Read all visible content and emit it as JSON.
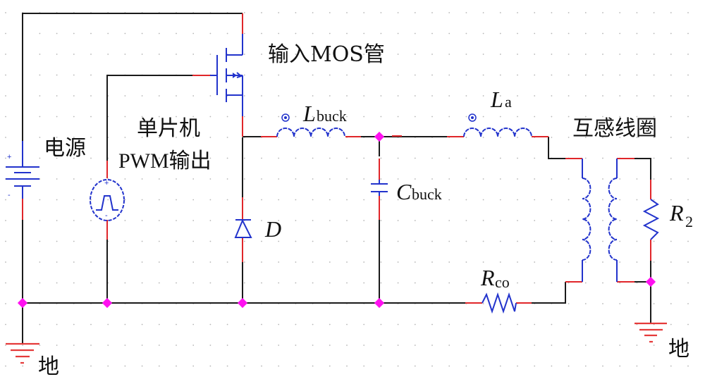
{
  "diagram": {
    "title": "Buck converter driving mutual-inductance coil",
    "labels": {
      "input_mos": "输入MOS管",
      "power_source": "电源",
      "mcu_line1": "单片机",
      "mcu_line2": "PWM输出",
      "diode": "D",
      "l_buck_main": "L",
      "l_buck_sub": "buck",
      "c_buck_main": "C",
      "c_buck_sub": "buck",
      "l_a_main": "L",
      "l_a_sub": "a",
      "mutual_coil": "互感线圈",
      "r2_main": "R",
      "r2_sub": "2",
      "rco_main": "R",
      "rco_sub": "co",
      "ground_left": "地",
      "ground_right": "地",
      "plus_sign": "+",
      "minus_sign": "-"
    },
    "components": [
      {
        "id": "V1",
        "type": "dc-source",
        "label": "电源"
      },
      {
        "id": "VPWM",
        "type": "pulse-source",
        "label": "单片机 PWM输出"
      },
      {
        "id": "M1",
        "type": "mosfet",
        "label": "输入MOS管"
      },
      {
        "id": "D",
        "type": "diode",
        "label": "D"
      },
      {
        "id": "Lbuck",
        "type": "inductor",
        "label": "Lbuck"
      },
      {
        "id": "Cbuck",
        "type": "capacitor",
        "label": "Cbuck"
      },
      {
        "id": "La",
        "type": "inductor",
        "label": "La"
      },
      {
        "id": "T1",
        "type": "coupled-inductor",
        "label": "互感线圈"
      },
      {
        "id": "R2",
        "type": "resistor",
        "label": "R2"
      },
      {
        "id": "Rco",
        "type": "resistor",
        "label": "Rco"
      },
      {
        "id": "GND1",
        "type": "ground",
        "label": "地"
      },
      {
        "id": "GND2",
        "type": "ground",
        "label": "地"
      }
    ],
    "colors": {
      "wire": "#1a1a1a",
      "pin_lead": "#e0262a",
      "component": "#2233cc",
      "junction": "#ff10f0",
      "ground": "#e53a3a",
      "grid": "#b5b5b5"
    }
  }
}
